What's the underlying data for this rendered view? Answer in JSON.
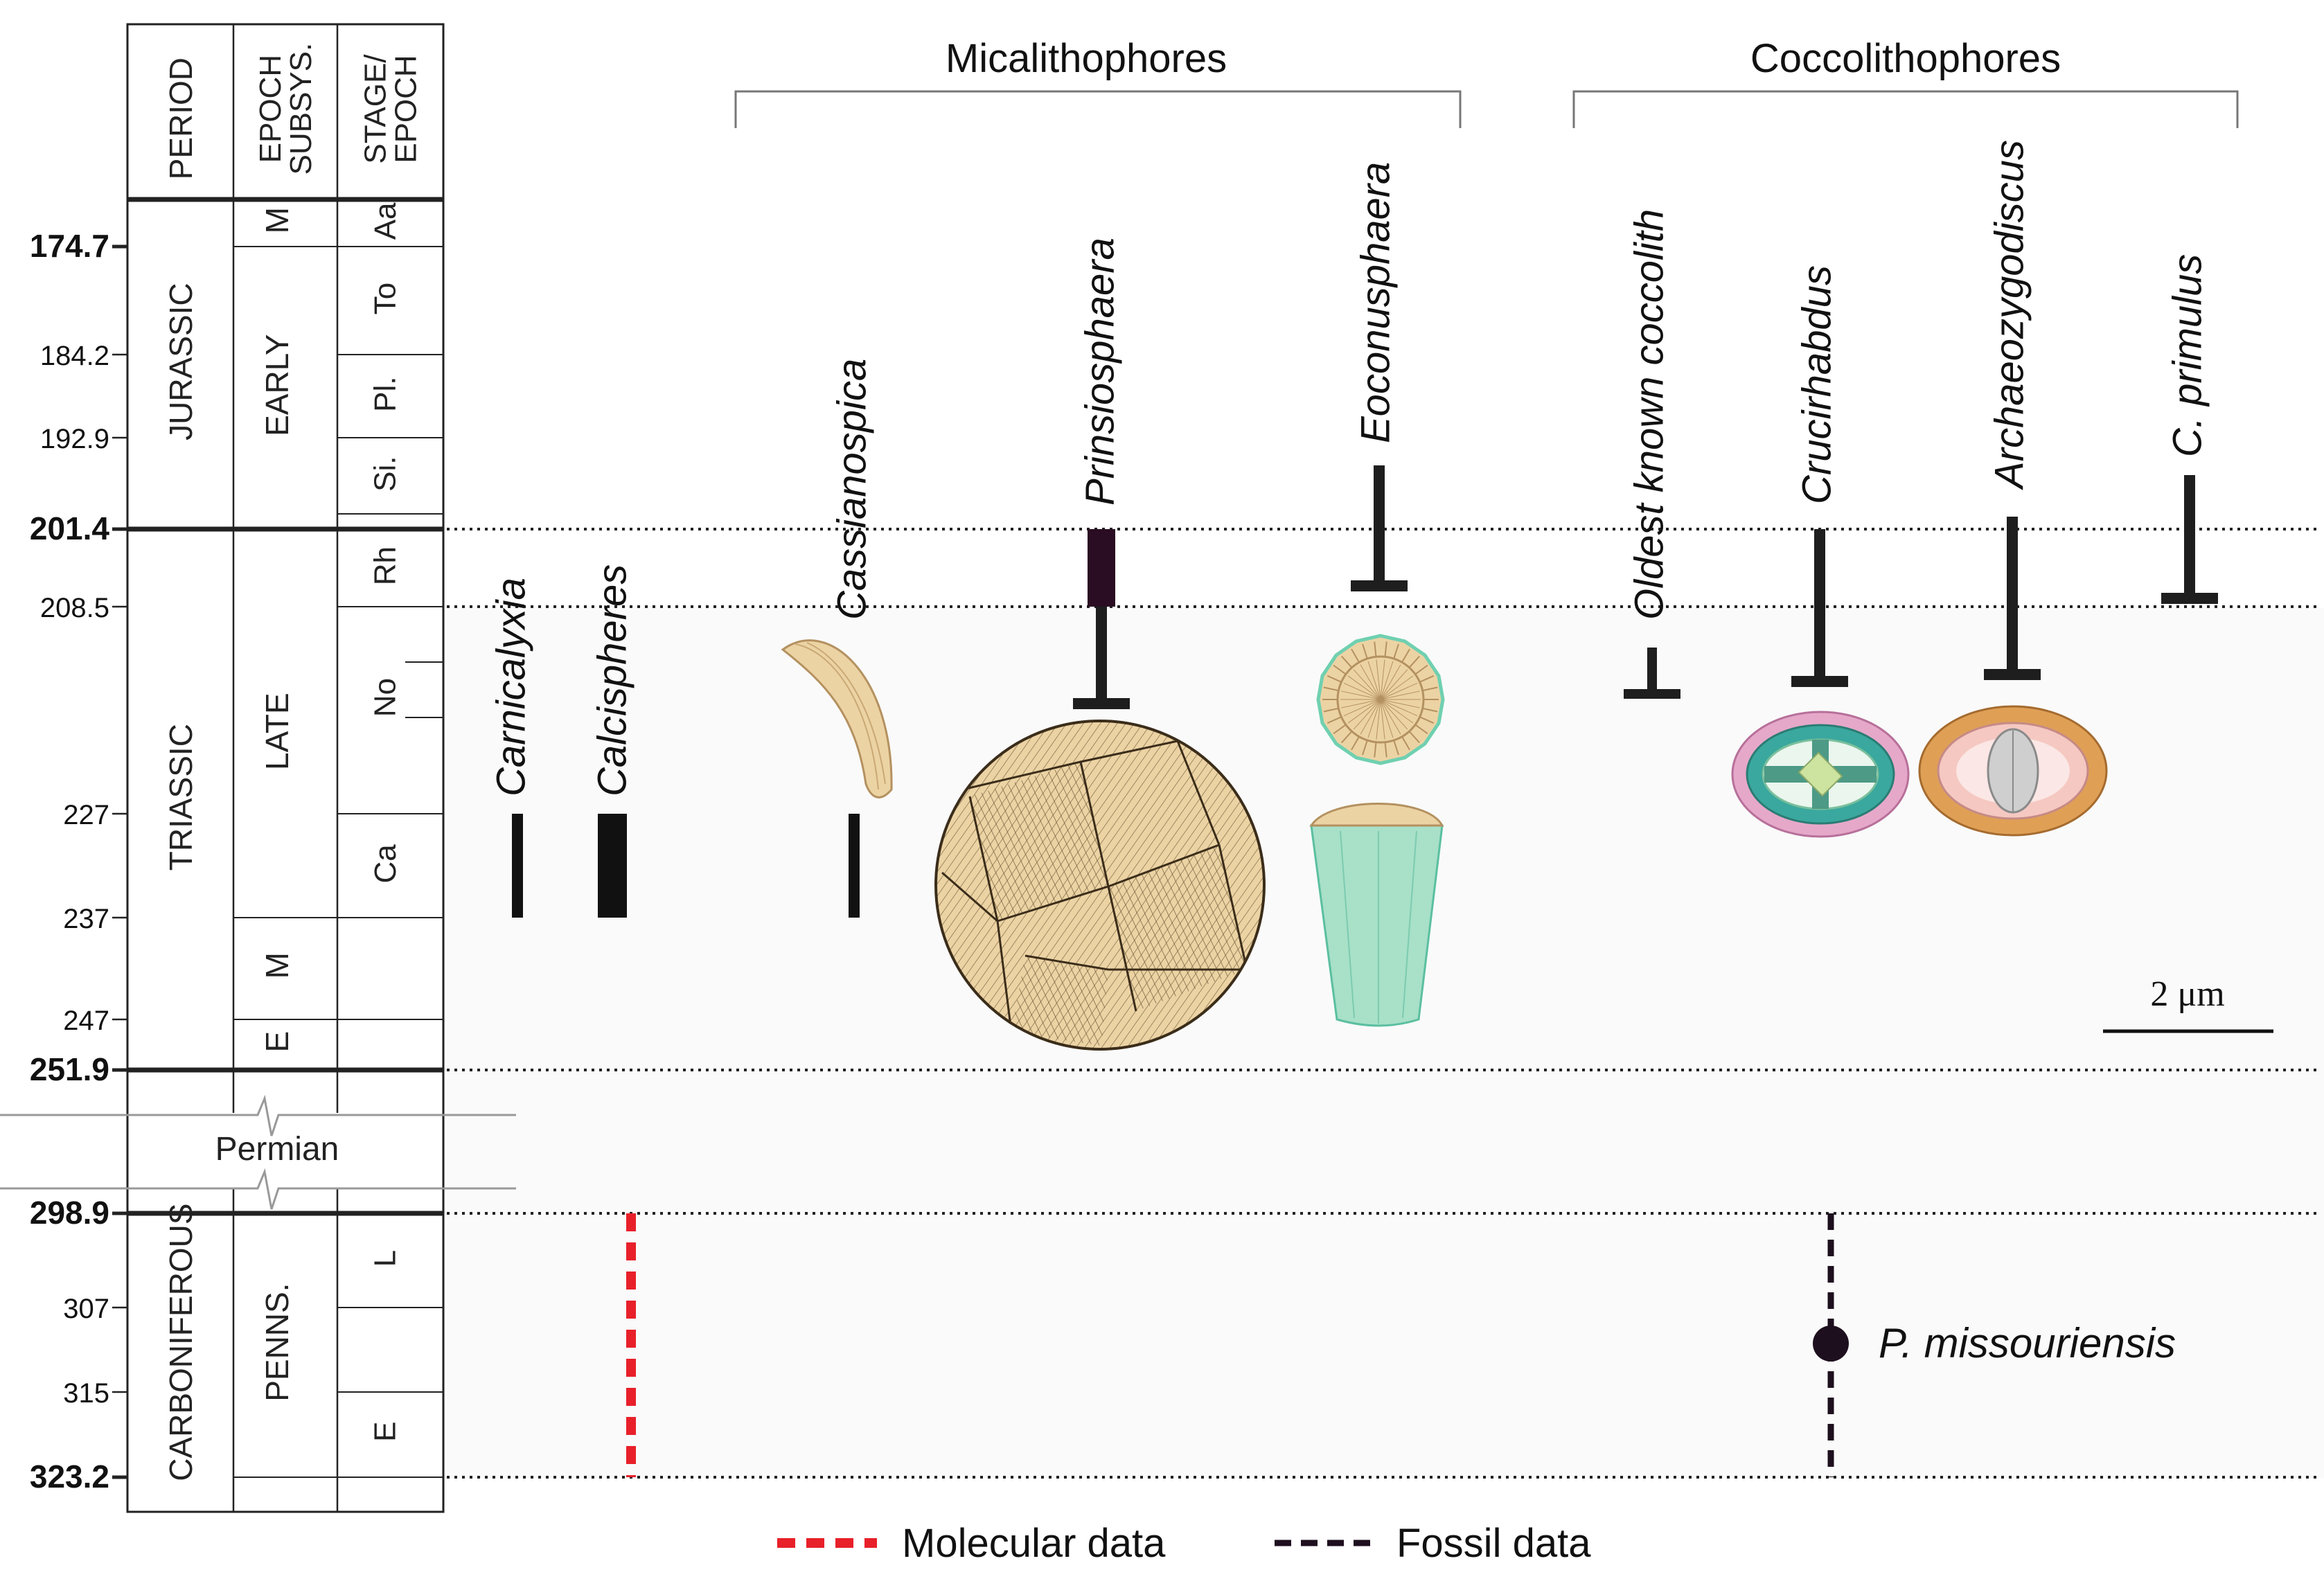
{
  "timescale": {
    "headers": [
      "PERIOD",
      "EPOCH\nSUBSYS.",
      "STAGE/\nEPOCH"
    ],
    "ticks": [
      {
        "label": "174.7",
        "bold": true
      },
      {
        "label": "184.2",
        "bold": false
      },
      {
        "label": "192.9",
        "bold": false
      },
      {
        "label": "201.4",
        "bold": true
      },
      {
        "label": "208.5",
        "bold": false
      },
      {
        "label": "227",
        "bold": false
      },
      {
        "label": "237",
        "bold": false
      },
      {
        "label": "247",
        "bold": false
      },
      {
        "label": "251.9",
        "bold": true
      },
      {
        "label": "298.9",
        "bold": true
      },
      {
        "label": "307",
        "bold": false
      },
      {
        "label": "315",
        "bold": false
      },
      {
        "label": "323.2",
        "bold": true
      }
    ],
    "periods": [
      "JURASSIC",
      "TRIASSIC",
      "CARBONIFEROUS"
    ],
    "epochs": [
      "M",
      "EARLY",
      "LATE",
      "M",
      "E",
      "PENNS."
    ],
    "stages": [
      "Aa",
      "To",
      "Pl.",
      "Si.",
      "Rh",
      "No",
      "Ca",
      "L",
      "E"
    ],
    "permian": "Permian"
  },
  "groups": {
    "micalithophores": "Micalithophores",
    "coccolithophores": "Coccolithophores"
  },
  "taxa": [
    "Carnicalyxia",
    "Calcispheres",
    "Cassianospica",
    "Prinsiosphaera",
    "Eoconusphaera",
    "Oldest known coccolith",
    "Crucirhabdus",
    "Archaeozygodiscus",
    "C. primulus"
  ],
  "fossil_point": "P. missouriensis",
  "scale_bar": "2 μm",
  "legend": {
    "molecular": "Molecular data",
    "fossil": "Fossil data"
  },
  "colors": {
    "molecular": "#e8202a",
    "fossil": "#1e0f1e",
    "range_bar": "#111111",
    "prinsio_box": "#2a0d22",
    "shell_tan": "#ecd3a4",
    "shell_green": "#a8e0c8",
    "rim_pink": "#e6a8c9",
    "rim_orange": "#dfa056",
    "teal": "#3aa89e"
  }
}
